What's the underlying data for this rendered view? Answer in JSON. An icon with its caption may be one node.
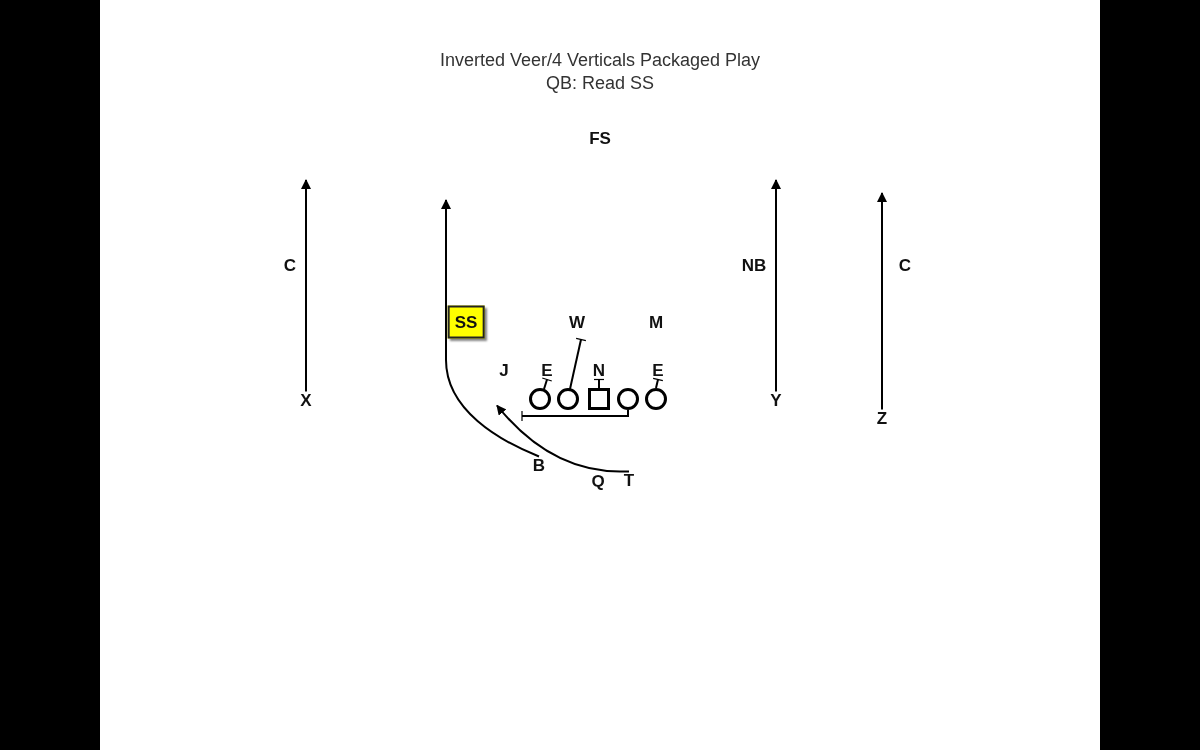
{
  "diagram": {
    "title": "Inverted Veer/4 Verticals Packaged Play",
    "nodes": [
      {
        "text": [
          "FS"
        ]
      },
      {
        "text": [
          "C"
        ]
      },
      {
        "text": [
          "NB"
        ]
      },
      {
        "text": [
          "C"
        ]
      },
      {
        "text": [
          "SS"
        ]
      },
      {
        "text": [
          "W"
        ]
      },
      {
        "text": [
          "M"
        ]
      },
      {
        "text": [
          "J"
        ]
      },
      {
        "text": [
          "E"
        ]
      },
      {
        "text": [
          "N"
        ]
      },
      {
        "text": [
          "E"
        ]
      },
      {
        "text": [
          "X"
        ]
      },
      {
        "text": [],
        "shape": "circle"
      },
      {
        "text": [],
        "shape": "circle"
      },
      {
        "text": [],
        "shape": "box"
      },
      {
        "text": [],
        "shape": "circle"
      },
      {
        "text": [],
        "shape": "circle"
      },
      {
        "text": [
          "Y"
        ]
      },
      {
        "text": [
          "Z"
        ]
      },
      {
        "text": [
          "B"
        ]
      },
      {
        "text": [
          "Q"
        ]
      },
      {
        "text": [
          "T"
        ]
      }
    ],
    "edges": [
      {
        "from": 11,
        "to": null,
        "arrow": "to"
      },
      {
        "from": 19,
        "to": null,
        "arrow": "to"
      },
      {
        "from": 17,
        "to": null,
        "arrow": "to"
      },
      {
        "from": 18,
        "to": null,
        "arrow": "to"
      },
      {
        "from": 21,
        "to": 7,
        "arrow": "to"
      },
      {
        "from": 12,
        "to": 8,
        "arrow": "other"
      },
      {
        "from": 13,
        "to": 5,
        "arrow": "other"
      },
      {
        "from": 14,
        "to": 9,
        "arrow": "other"
      },
      {
        "from": 15,
        "to": 12,
        "arrow": "other"
      },
      {
        "from": 16,
        "to": 10,
        "arrow": "other"
      }
    ],
    "labels": [
      "QB: Read SS"
    ]
  }
}
